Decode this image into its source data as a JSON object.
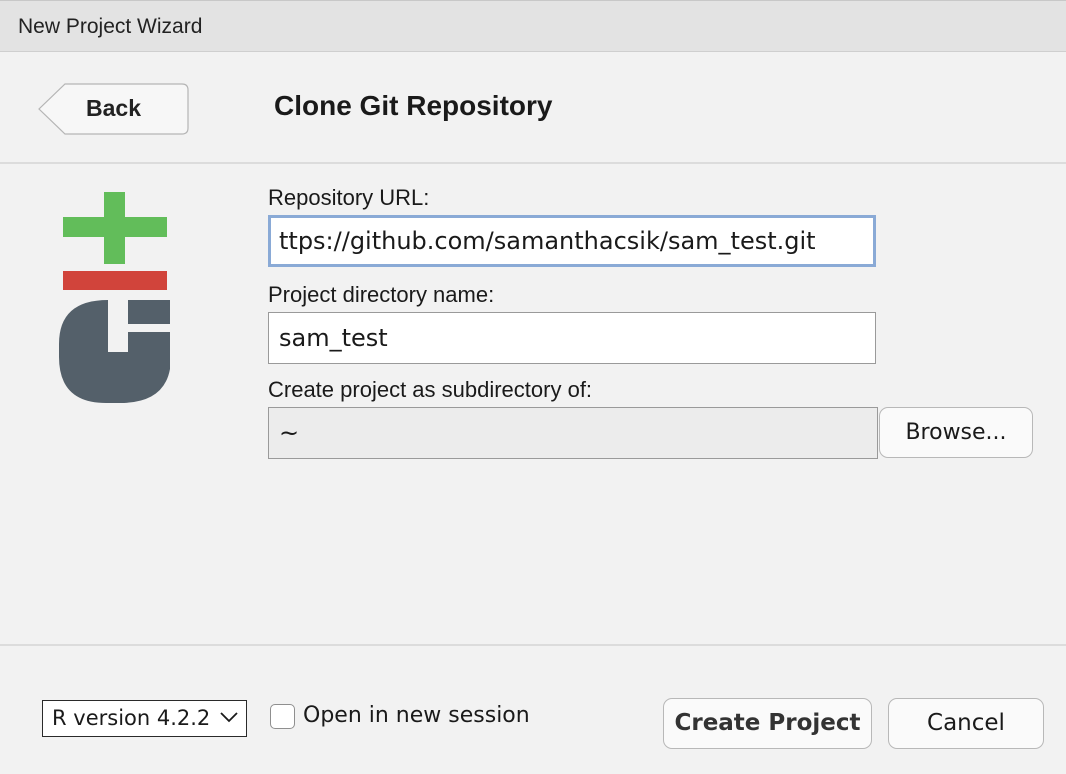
{
  "window": {
    "title": "New Project Wizard"
  },
  "header": {
    "back_label": "Back",
    "page_title": "Clone Git Repository"
  },
  "form": {
    "repo_url_label": "Repository URL:",
    "repo_url_value": "ttps://github.com/samanthacsik/sam_test.git",
    "dir_name_label": "Project directory name:",
    "dir_name_value": "sam_test",
    "subdir_label": "Create project as subdirectory of:",
    "subdir_value": "~",
    "browse_label": "Browse..."
  },
  "footer": {
    "r_version_selected": "R version 4.2.2",
    "open_new_session_label": "Open in new session",
    "open_new_session_checked": false,
    "create_label": "Create Project",
    "cancel_label": "Cancel"
  },
  "icons": {
    "logo": "git-logo-icon",
    "chevron": "chevron-down-icon"
  },
  "colors": {
    "git_plus_green": "#62bd5a",
    "git_minus_red": "#d1443b",
    "git_g_slate": "#54606a",
    "focus_border": "#8aaad6"
  }
}
